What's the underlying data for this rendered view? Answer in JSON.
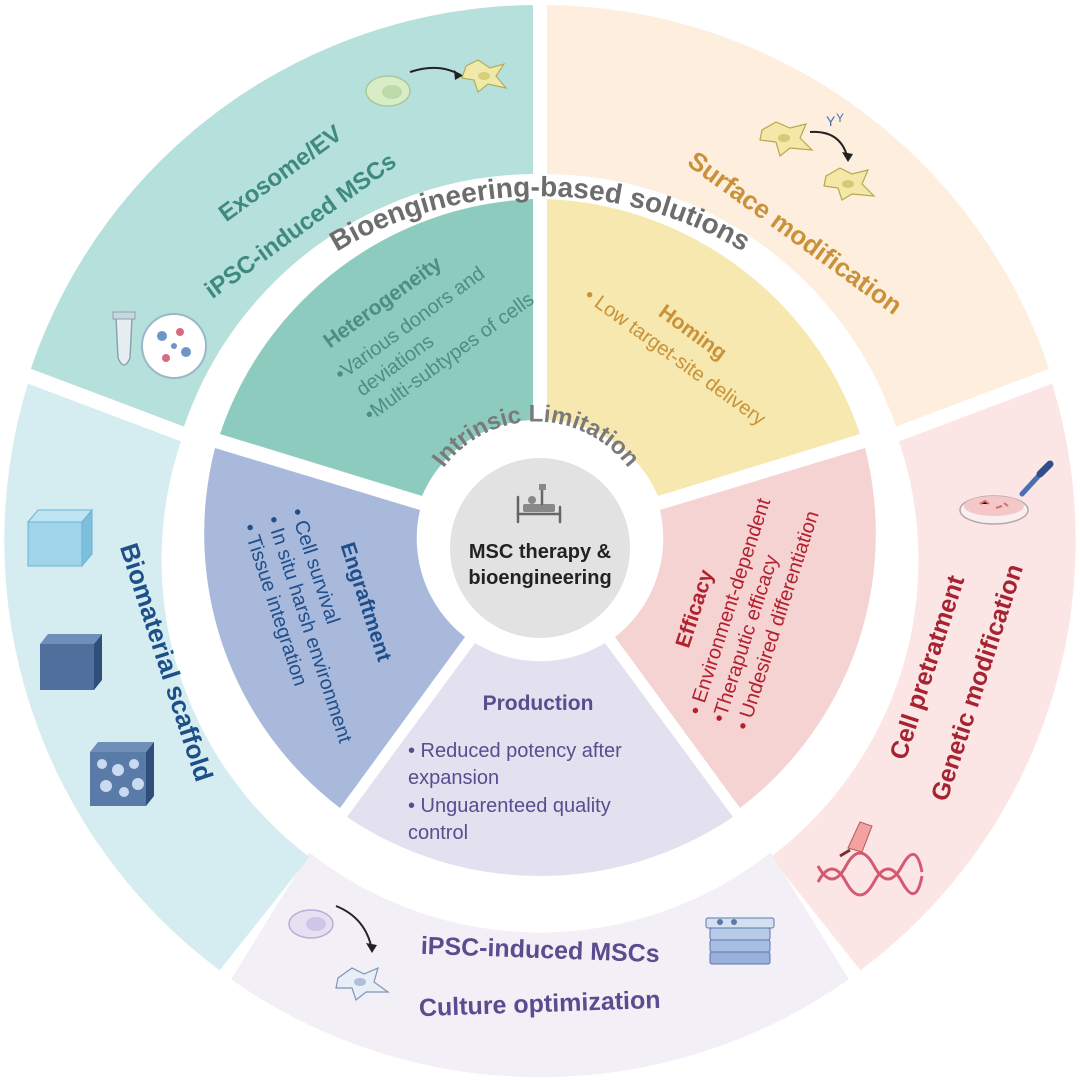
{
  "center": {
    "title_line1": "MSC therapy &",
    "title_line2": "bioengineering",
    "icon": "patient-bed-icon"
  },
  "labels": {
    "inner_ring": "Intrinsic Limitation",
    "outer_ring": "Bioengineering-based solutions"
  },
  "limitations": {
    "heterogeneity": {
      "title": "Heterogeneity",
      "bullets": [
        "•Various donors and",
        "deviations",
        "•Multi-subtypes of cells"
      ],
      "color": "#8ecbbf"
    },
    "homing": {
      "title": "Homing",
      "bullets": [
        "• Low target-site delivery"
      ],
      "color": "#f6e8ae"
    },
    "efficacy": {
      "title": "Efficacy",
      "bullets": [
        "• Environment-dependent",
        "•Theraputic efficacy",
        "• Undesired differentiation"
      ],
      "color": "#f4d3d2"
    },
    "production": {
      "title": "Production",
      "bullets": [
        "• Reduced potency after",
        "expansion",
        "• Unguarenteed quality",
        "control"
      ],
      "color": "#e3e0f0"
    },
    "engraftment": {
      "title": "Engraftment",
      "bullets": [
        "• Cell survival",
        "• In situ harsh environment",
        "• Tissue integration"
      ],
      "color": "#a9b9dc"
    }
  },
  "solutions": {
    "teal": {
      "lines": [
        "Exosome/EV",
        "iPSC-induced MSCs"
      ],
      "color": "#b6e0dc"
    },
    "orange": {
      "lines": [
        "Surface modification"
      ],
      "color": "#fdeedd"
    },
    "pink": {
      "lines": [
        "Cell pretratment",
        "Genetic modification"
      ],
      "color": "#fce6e5"
    },
    "purple": {
      "lines": [
        "iPSC-induced MSCs",
        "Culture optimization"
      ],
      "color": "#f3eff7"
    },
    "blue": {
      "lines": [
        "Biomaterial scaffold"
      ],
      "color": "#d5edf0"
    }
  },
  "icons": [
    "cell-differentiation-icon",
    "exosome-tube-icon",
    "surface-modified-cell-icon",
    "petri-dish-icon",
    "dna-editing-icon",
    "cell-culture-flask-icon",
    "hydrogel-cube-icon",
    "porous-scaffold-icon"
  ]
}
